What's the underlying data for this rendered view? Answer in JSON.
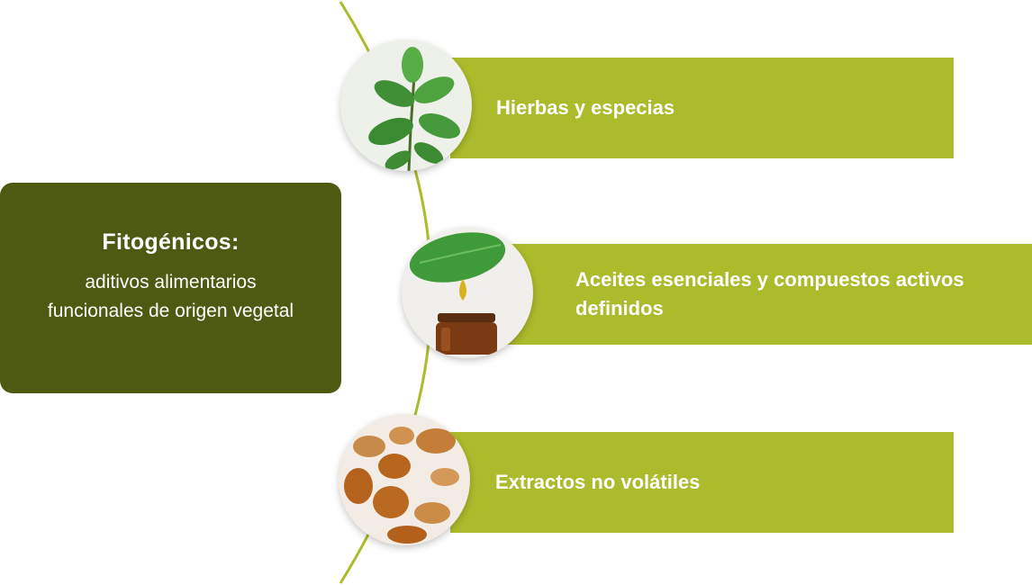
{
  "main": {
    "title": "Fitogénicos:",
    "subtitle": "aditivos alimentarios funcionales de origen vegetal"
  },
  "items": [
    {
      "label": "Hierbas y especias",
      "image_icon": "mint-leaves-icon"
    },
    {
      "label": "Aceites esenciales y compuestos activos definidos",
      "image_icon": "essential-oil-drop-icon"
    },
    {
      "label": "Extractos no volátiles",
      "image_icon": "walnuts-icon"
    }
  ],
  "colors": {
    "dark_green": "#4e5a12",
    "lime_green": "#acbb2b",
    "text": "#ffffff"
  }
}
